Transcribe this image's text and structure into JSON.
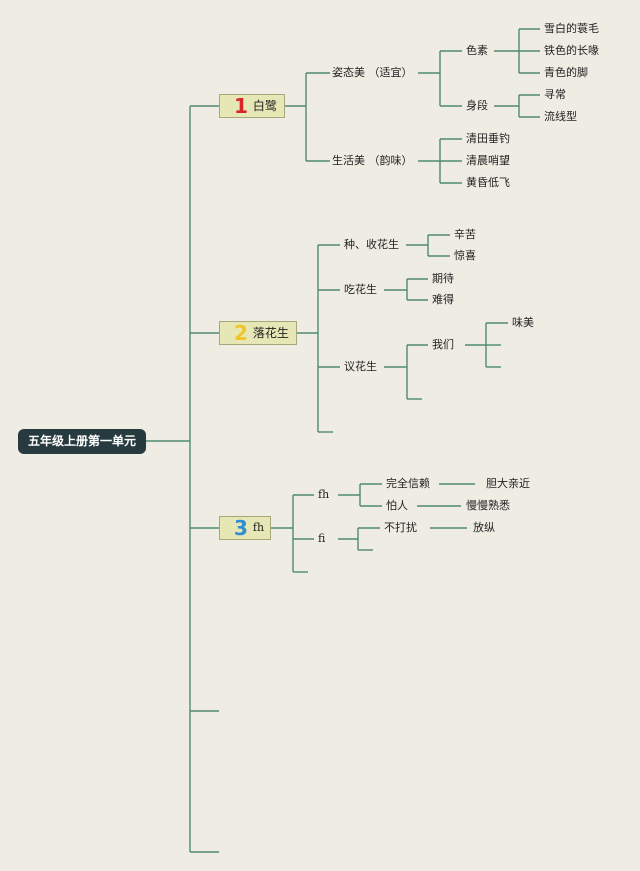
{
  "root": {
    "label": "五年级上册第一单元"
  },
  "branch1": {
    "number": "1",
    "label": "白鹭",
    "beauty1": {
      "label": "姿态美 （适宜）",
      "color": {
        "label": "色素",
        "items": [
          "雪白的蓑毛",
          "铁色的长喙",
          "青色的脚"
        ]
      },
      "body": {
        "label": "身段",
        "items": [
          "寻常",
          "流线型"
        ]
      }
    },
    "beauty2": {
      "label": "生活美 （韵味）",
      "items": [
        "清田垂钓",
        "清晨哨望",
        "黄昏低飞"
      ]
    }
  },
  "branch2": {
    "number": "2",
    "label": "落花生",
    "plant": {
      "label": "种、收花生",
      "items": [
        "辛苦",
        "惊喜"
      ]
    },
    "eat": {
      "label": "吃花生",
      "items": [
        "期待",
        "难得"
      ]
    },
    "discuss": {
      "label": "议花生",
      "we": "我们",
      "we_items": [
        "味美"
      ]
    }
  },
  "branch3": {
    "number": "3",
    "label": "fh",
    "fh": {
      "label": "fh",
      "items": [
        "完全信赖",
        "怕人"
      ],
      "results": [
        "胆大亲近",
        "慢慢熟悉"
      ]
    },
    "fi": {
      "label": "fi",
      "items": [
        "不打扰"
      ],
      "results": [
        "放纵"
      ]
    }
  }
}
